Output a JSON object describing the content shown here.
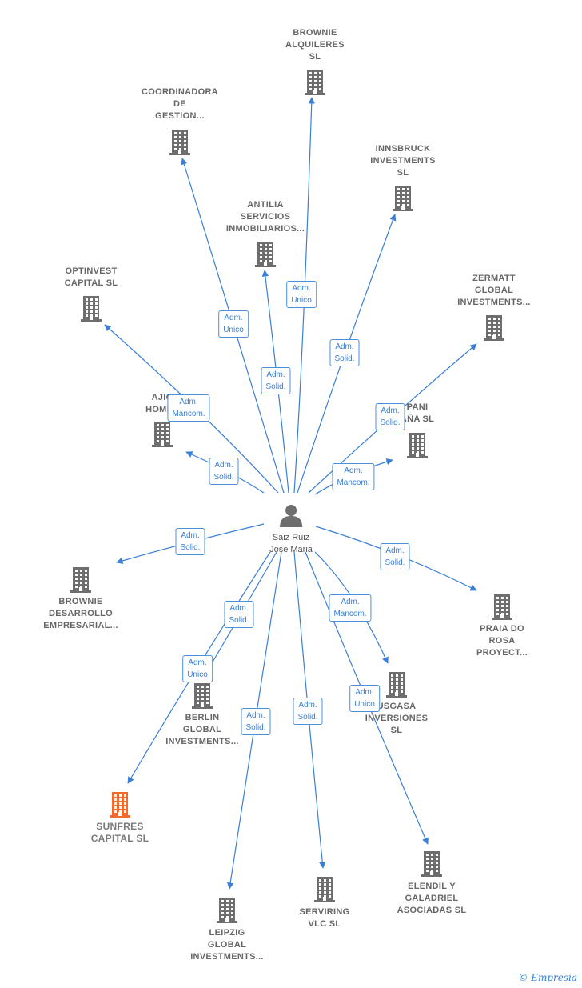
{
  "center": {
    "label": "Saiz Ruiz\nJose Maria",
    "icon": "person-icon"
  },
  "colors": {
    "edge": "#3a7fd5",
    "building": "#6e6e6e",
    "highlight": "#f26a2e"
  },
  "nodes": [
    {
      "id": "brownie-alquileres",
      "label": "BROWNIE\nALQUILERES\nSL"
    },
    {
      "id": "coordinadora",
      "label": "COORDINADORA\nDE\nGESTION..."
    },
    {
      "id": "innsbruck",
      "label": "INNSBRUCK\nINVESTMENTS\nSL"
    },
    {
      "id": "antilia",
      "label": "ANTILIA\nSERVICIOS\nINMOBILIARIOS..."
    },
    {
      "id": "optinvest",
      "label": "OPTINVEST\nCAPITAL  SL"
    },
    {
      "id": "zermatt",
      "label": "ZERMATT\nGLOBAL\nINVESTMENTS..."
    },
    {
      "id": "ajio",
      "label": "AJIO\nHOMES"
    },
    {
      "id": "pani",
      "label": "PANI\nAÑA SL"
    },
    {
      "id": "brownie-desarrollo",
      "label": "BROWNIE\nDESARROLLO\nEMPRESARIAL..."
    },
    {
      "id": "praia",
      "label": "PRAIA DO\nROSA\nPROYECT..."
    },
    {
      "id": "berlin",
      "label": "BERLIN\nGLOBAL\nINVESTMENTS..."
    },
    {
      "id": "usgasa",
      "label": "USGASA\nINVERSIONES\nSL"
    },
    {
      "id": "sunfres",
      "label": "SUNFRES\nCAPITAL  SL",
      "highlight": true
    },
    {
      "id": "elendil",
      "label": "ELENDIL Y\nGALADRIEL\nASOCIADAS SL"
    },
    {
      "id": "serviring",
      "label": "SERVIRING\nVLC  SL"
    },
    {
      "id": "leipzig",
      "label": "LEIPZIG\nGLOBAL\nINVESTMENTS..."
    }
  ],
  "edges": [
    {
      "to": "brownie-alquileres",
      "label": "Adm.\nUnico"
    },
    {
      "to": "coordinadora",
      "label": "Adm.\nUnico"
    },
    {
      "to": "innsbruck",
      "label": "Adm.\nSolid."
    },
    {
      "to": "antilia",
      "label": "Adm.\nSolid."
    },
    {
      "to": "optinvest",
      "label": "Adm.\nMancom."
    },
    {
      "to": "zermatt",
      "label": "Adm.\nSolid."
    },
    {
      "to": "ajio",
      "label": "Adm.\nSolid."
    },
    {
      "to": "pani",
      "label": "Adm.\nMancom."
    },
    {
      "to": "brownie-desarrollo",
      "label": "Adm.\nSolid."
    },
    {
      "to": "praia",
      "label": "Adm.\nSolid."
    },
    {
      "to": "berlin",
      "label": "Adm.\nSolid."
    },
    {
      "to": "usgasa",
      "label": "Adm.\nMancom."
    },
    {
      "to": "sunfres",
      "label": "Adm.\nUnico"
    },
    {
      "to": "elendil",
      "label": "Adm.\nUnico"
    },
    {
      "to": "serviring",
      "label": "Adm.\nSolid."
    },
    {
      "to": "leipzig",
      "label": "Adm.\nSolid."
    }
  ],
  "footer": {
    "copyright_symbol": "©",
    "brand": "Empresia"
  }
}
